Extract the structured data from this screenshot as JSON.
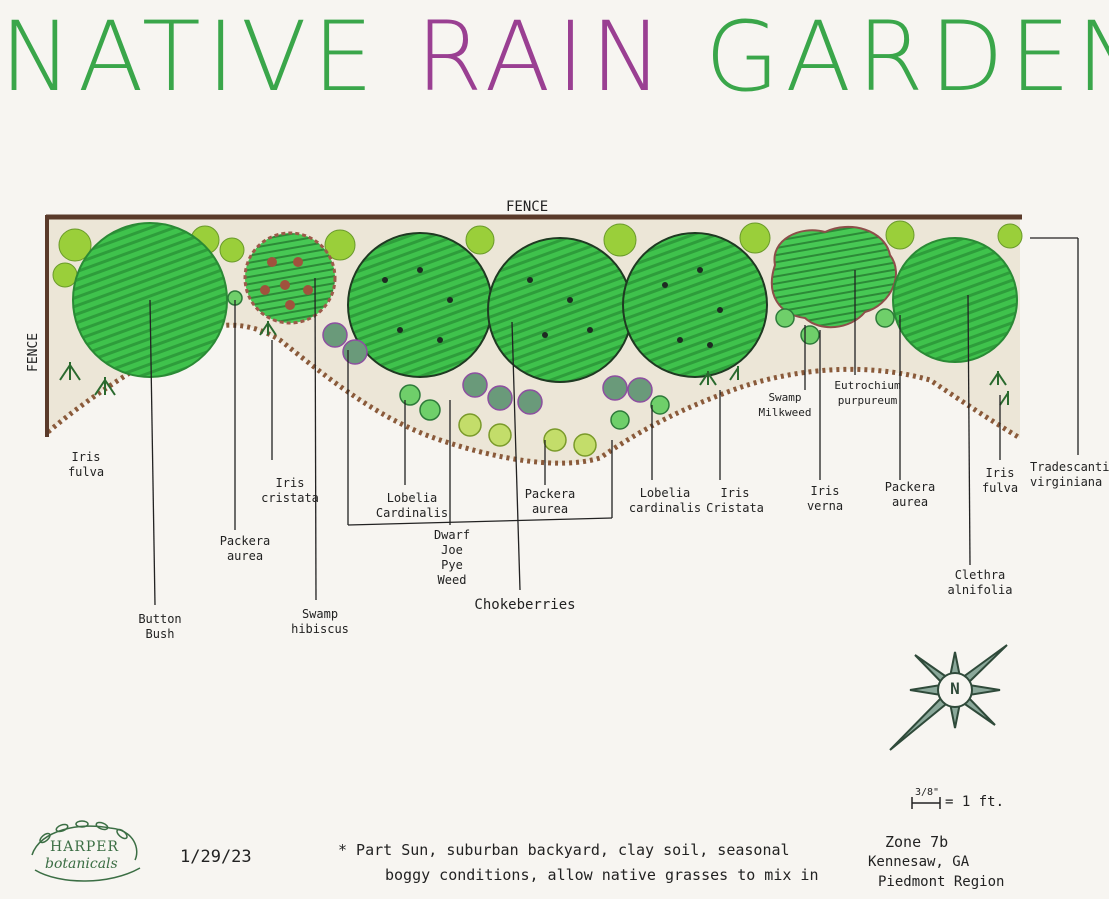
{
  "title": {
    "words": [
      "NATIVE",
      "RAIN",
      "GARDEN"
    ]
  },
  "fence": {
    "top": "FENCE",
    "left": "FENCE"
  },
  "plants": {
    "iris_fulva_left": "Iris\nfulva",
    "button_bush": "Button\nBush",
    "packera_left": "Packera\naurea",
    "iris_cristata_left": "Iris\ncristata",
    "swamp_hibiscus": "Swamp\nhibiscus",
    "lobelia_left": "Lobelia\nCardinalis",
    "dwarf_joe": "Dwarf\nJoe\nPye\nWeed",
    "packera_center": "Packera\naurea",
    "chokeberries": "Chokeberries",
    "lobelia_right": "Lobelia\ncardinalis",
    "iris_cristata_right": "Iris\nCristata",
    "swamp_milkweed": "Swamp\nMilkweed",
    "iris_verna": "Iris\nverna",
    "eutrochium": "Eutrochium\npurpureum",
    "packera_right": "Packera\naurea",
    "iris_fulva_right": "Iris\nfulva",
    "clethra": "Clethra\nalnifolia",
    "tradescantia": "Tradescantia\nvirginiana"
  },
  "compass": {
    "letter": "N"
  },
  "scale": {
    "fraction": "3/8\"",
    "equals": "= 1 ft."
  },
  "logo": {
    "line1": "HARPER",
    "line2": "botanicals"
  },
  "date": "1/29/23",
  "notes": {
    "line1": "* Part Sun, suburban backyard, clay soil, seasonal",
    "line2": "boggy conditions, allow native grasses to mix in"
  },
  "location": {
    "zone": "Zone 7b",
    "city": "Kennesaw, GA",
    "region": "Piedmont Region"
  },
  "colors": {
    "shrub": "#3fbf4a",
    "shrub_dark": "#2a8a35",
    "fence": "#5a3a2a",
    "mulch": "#e9e2d3",
    "purple_accent": "#8d4fa0",
    "title_purple": "#9a3f92",
    "title_green": "#3aa64a",
    "title_navy": "#2f3050"
  }
}
